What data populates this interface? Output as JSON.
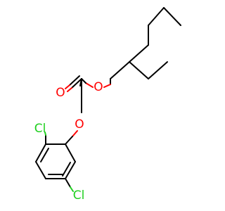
{
  "molecule": {
    "atoms": [
      {
        "id": "O1",
        "label": "O",
        "color": "#ff0000"
      },
      {
        "id": "O2",
        "label": "O",
        "color": "#ff0000"
      },
      {
        "id": "O3",
        "label": "O",
        "color": "#ff0000"
      },
      {
        "id": "Cl1",
        "label": "Cl",
        "color": "#1fcf1f"
      },
      {
        "id": "Cl2",
        "label": "Cl",
        "color": "#1fcf1f"
      }
    ],
    "colors": {
      "carbon_bonds": "#000000",
      "oxygen": "#ff0000",
      "chlorine": "#1fcf1f",
      "background": "#ffffff"
    }
  }
}
